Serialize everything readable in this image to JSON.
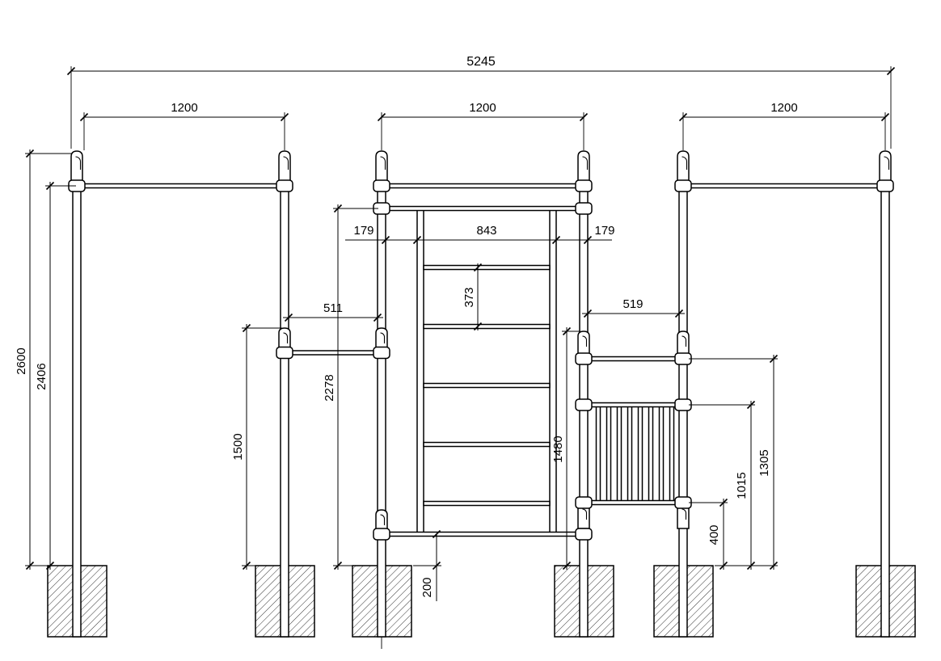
{
  "drawing": {
    "dimensions": {
      "overall_width": "5245",
      "left_bay_width": "1200",
      "middle_bay_width": "1200",
      "right_bay_width": "1200",
      "ladder_offset_left": "179",
      "ladder_inner_width": "843",
      "ladder_offset_right": "179",
      "low_bar_span": "511",
      "step_ladder_span": "519",
      "ladder_rung_spacing": "373",
      "post_height": "2600",
      "high_bar_height": "2406",
      "low_bar_height": "1500",
      "ladder_top_height": "2278",
      "step_hook_height": "1480",
      "step_top_bar_height": "1305",
      "step_upper_rail_height": "1015",
      "step_lower_rail_height": "400",
      "bottom_rung_ground_clearance": "200"
    }
  }
}
